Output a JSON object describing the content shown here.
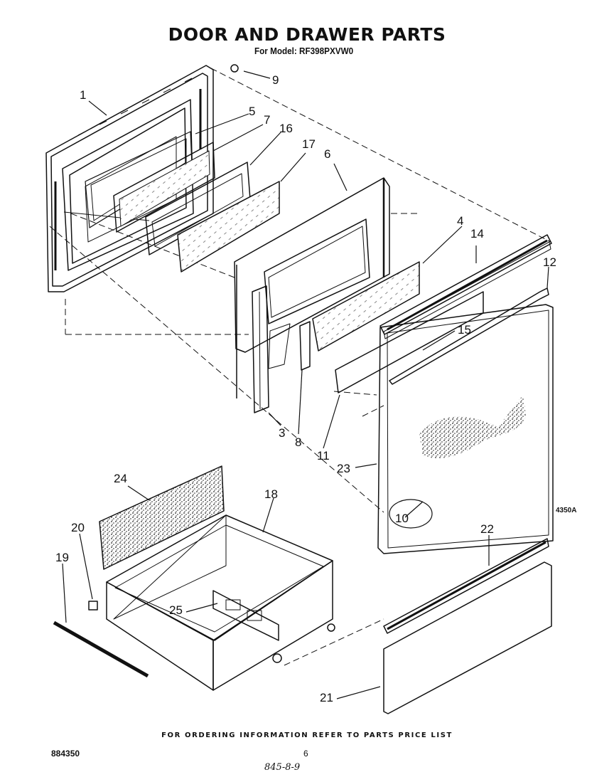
{
  "header": {
    "title": "DOOR AND DRAWER PARTS",
    "model": "For Model: RF398PXVW0"
  },
  "callouts": {
    "p1": "1",
    "p3": "3",
    "p4": "4",
    "p5": "5",
    "p6": "6",
    "p7": "7",
    "p8": "8",
    "p9": "9",
    "p10": "10",
    "p11": "11",
    "p12": "12",
    "p14": "14",
    "p15": "15",
    "p16": "16",
    "p17": "17",
    "p18": "18",
    "p19": "19",
    "p20": "20",
    "p21": "21",
    "p22": "22",
    "p23": "23",
    "p24": "24",
    "p25": "25"
  },
  "diagram_code": "4350A",
  "footer": {
    "note": "FOR ORDERING INFORMATION REFER TO PARTS PRICE LIST",
    "doc_number": "884350",
    "page": "6",
    "handwritten": "845-8-9"
  }
}
